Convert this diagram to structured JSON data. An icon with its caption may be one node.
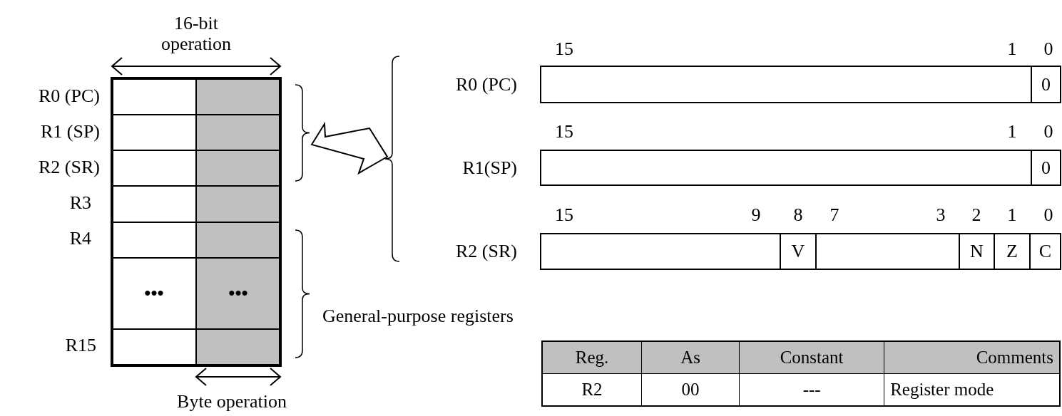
{
  "diagram": {
    "labels": [
      "16-bit operation",
      "R0 (PC)",
      "R1 (SP)",
      "R2 (SR)",
      "R3",
      "R4",
      "•••",
      "•••",
      "R15",
      "15",
      "1",
      "0",
      "R0 (PC)",
      "0",
      "15",
      "1",
      "0",
      "R1(SP)",
      "0",
      "15",
      "9",
      "8",
      "7",
      "3",
      "2",
      "1",
      "0",
      "R2 (SR)",
      "V",
      "N",
      "Z",
      "C",
      "General-purpose registers",
      "Reg.",
      "As",
      "Constant",
      "Comments",
      "R2",
      "00",
      "---",
      "Register mode",
      "Byte operation"
    ]
  }
}
